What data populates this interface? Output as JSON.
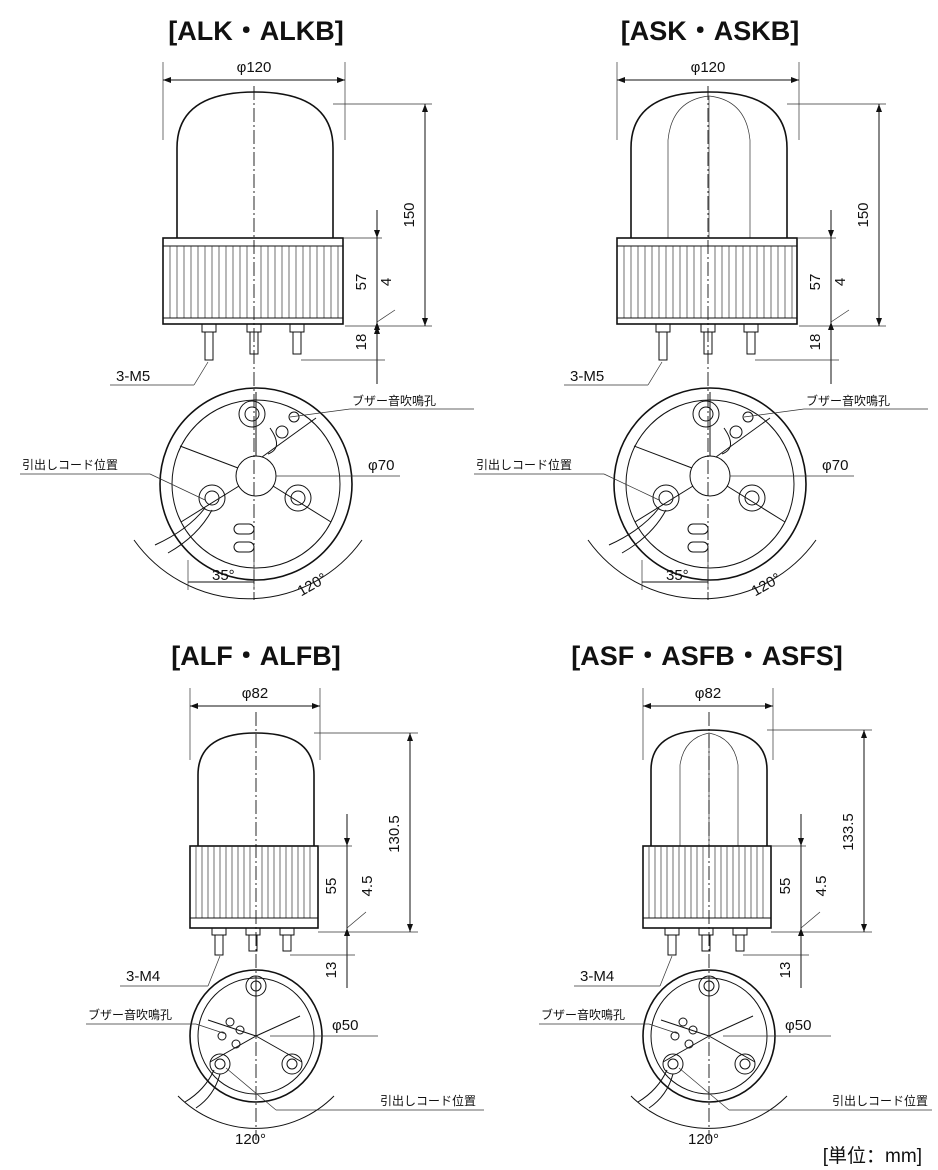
{
  "unit_label": "[単位：mm]",
  "views": [
    {
      "title": "[ALK・ALKB]",
      "diameter": "φ120",
      "height_total": "150",
      "height_body": "57",
      "gap": "4",
      "terminal_length": "18",
      "terminal_label": "3-M5",
      "buzzer_label": "ブザー音吹鳴孔",
      "cord_label": "引出しコード位置",
      "base_diameter": "φ70",
      "angle_small": "35°",
      "angle_large": "120°"
    },
    {
      "title": "[ASK・ASKB]",
      "diameter": "φ120",
      "height_total": "150",
      "height_body": "57",
      "gap": "4",
      "terminal_length": "18",
      "terminal_label": "3-M5",
      "buzzer_label": "ブザー音吹鳴孔",
      "cord_label": "引出しコード位置",
      "base_diameter": "φ70",
      "angle_small": "35°",
      "angle_large": "120°"
    },
    {
      "title": "[ALF・ALFB]",
      "diameter": "φ82",
      "height_total": "130.5",
      "height_body": "55",
      "gap": "4.5",
      "terminal_length": "13",
      "terminal_label": "3-M4",
      "buzzer_label": "ブザー音吹鳴孔",
      "cord_label": "引出しコード位置",
      "base_diameter": "φ50",
      "angle_large": "120°"
    },
    {
      "title": "[ASF・ASFB・ASFS]",
      "diameter": "φ82",
      "height_total": "133.5",
      "height_body": "55",
      "gap": "4.5",
      "terminal_length": "13",
      "terminal_label": "3-M4",
      "buzzer_label": "ブザー音吹鳴孔",
      "cord_label": "引出しコード位置",
      "base_diameter": "φ50",
      "angle_large": "120°"
    }
  ]
}
